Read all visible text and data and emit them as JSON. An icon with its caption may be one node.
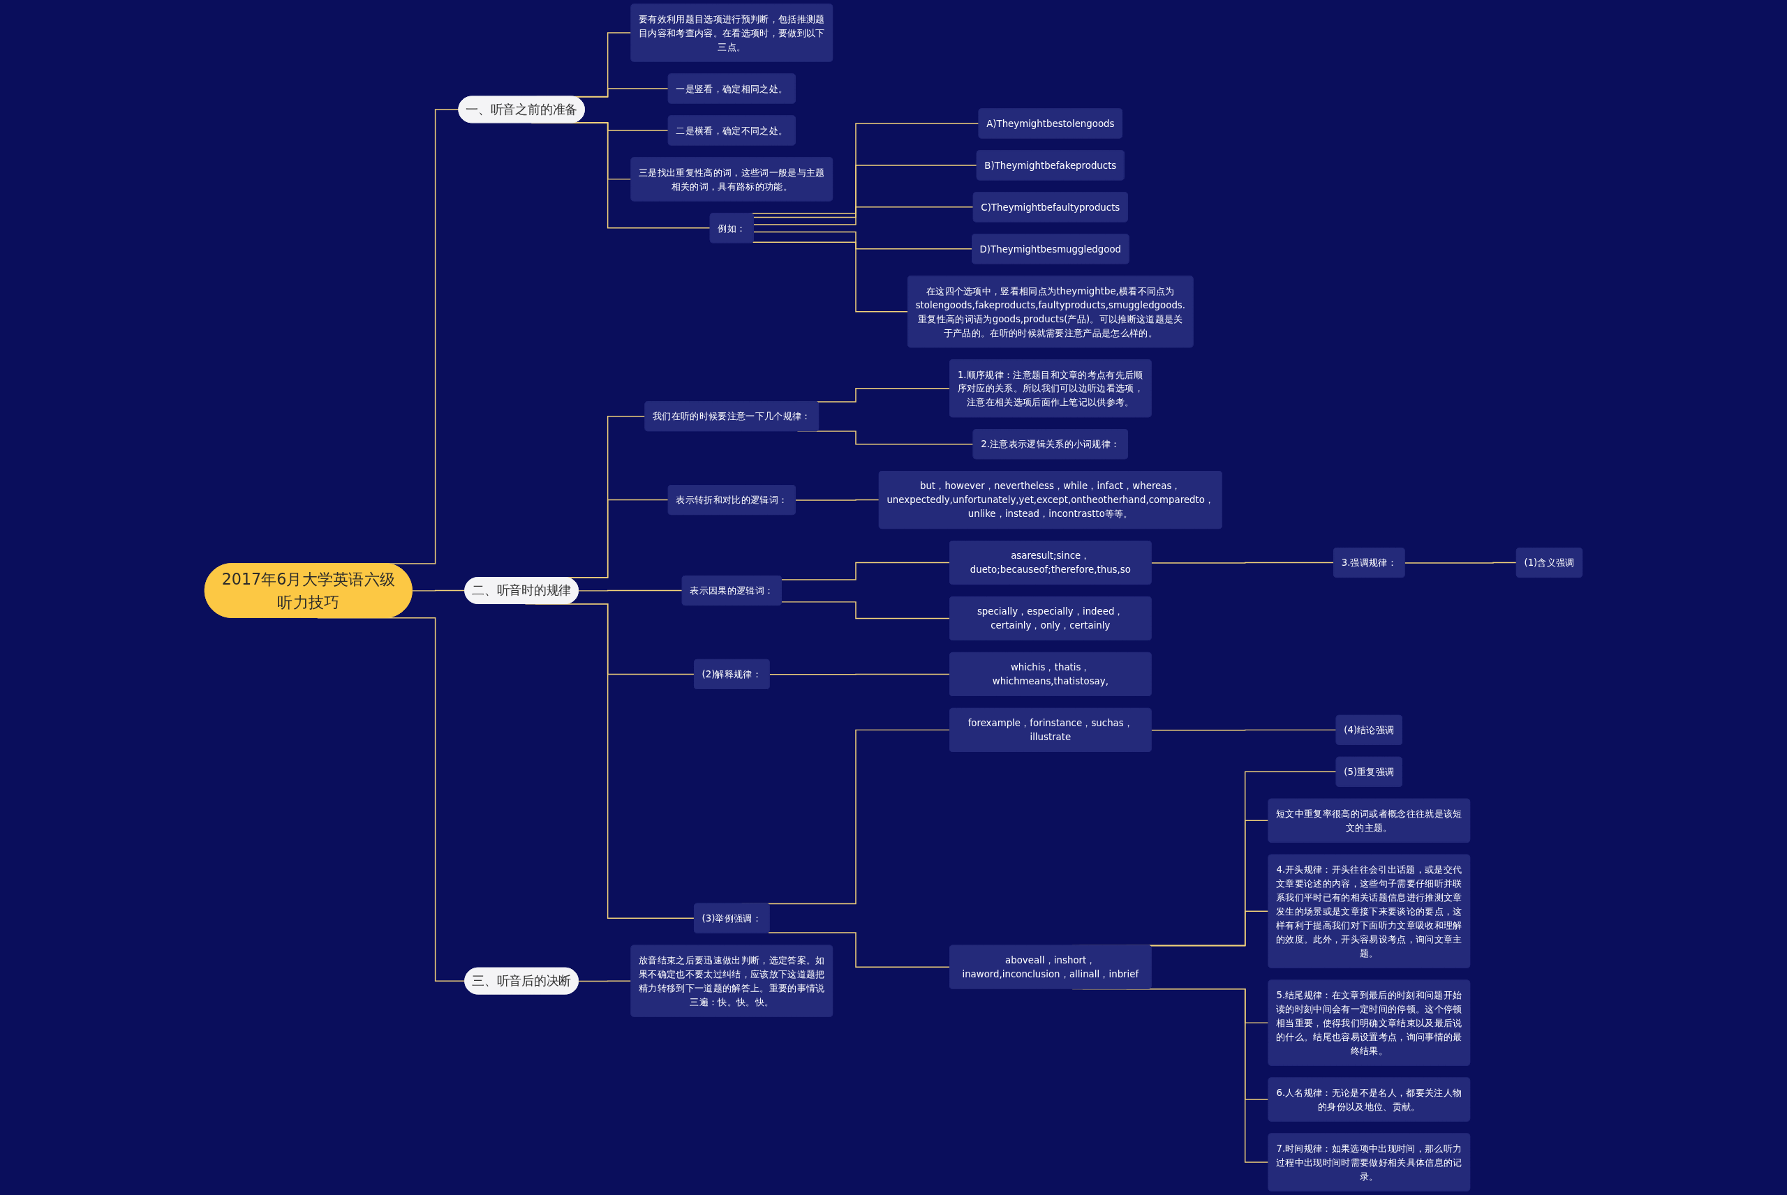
{
  "diagram": {
    "nodes": [
      {
        "text": [
          "2017年6月大学英语六级听力技巧"
        ]
      },
      {
        "text": [
          "一、听音之前的准备"
        ]
      },
      {
        "text": [
          "要有效利用题目选项进行预判断，包括推测题目内容和考查内容。在看选项时，要做到以下三点。"
        ]
      },
      {
        "text": [
          "一是竖看，确定相同之处。"
        ]
      },
      {
        "text": [
          "二是横看，确定不同之处。"
        ]
      },
      {
        "text": [
          "三是找出重复性高的词，这些词一般是与主题相关的词，具有路标的功能。"
        ]
      },
      {
        "text": [
          "例如："
        ]
      },
      {
        "text": [
          "A)Theymightbestolengoods"
        ]
      },
      {
        "text": [
          "B)Theymightbefakeproducts"
        ]
      },
      {
        "text": [
          "C)Theymightbefaultyproducts"
        ]
      },
      {
        "text": [
          "D)Theymightbesmuggledgood"
        ]
      },
      {
        "text": [
          "在这四个选项中，竖看相同点为theymightbe,横看不同点为stolengoods,fakeproducts,faultyproducts,smuggledgoods.重复性高的词语为goods,products(产品)。可以推断这道题是关于产品的。在听的时候就需要注意产品是怎么样的。"
        ]
      },
      {
        "text": [
          "二、听音时的规律"
        ]
      },
      {
        "text": [
          "我们在听的时候要注意一下几个规律："
        ]
      },
      {
        "text": [
          "1.顺序规律：注意题目和文章的考点有先后顺序对应的关系。所以我们可以边听边看选项，注意在相关选项后面作上笔记以供参考。"
        ]
      },
      {
        "text": [
          "2.注意表示逻辑关系的小词规律："
        ]
      },
      {
        "text": [
          "表示转折和对比的逻辑词："
        ]
      },
      {
        "text": [
          "but，however，nevertheless，while，infact，whereas，unexpectedly,unfortunately,yet,except,ontheotherhand,comparedto，unlike，instead，incontrastto等等。"
        ]
      },
      {
        "text": [
          "表示因果的逻辑词："
        ]
      },
      {
        "text": [
          "asaresult;since，dueto;becauseof;therefore,thus,so"
        ]
      },
      {
        "text": [
          "3.强调规律："
        ]
      },
      {
        "text": [
          "(1)含义强调"
        ]
      },
      {
        "text": [
          "specially，especially，indeed，certainly，only，certainly"
        ]
      },
      {
        "text": [
          "(2)解释规律："
        ]
      },
      {
        "text": [
          "whichis，thatis，whichmeans,thatistosay,"
        ]
      },
      {
        "text": [
          "(3)举例强调："
        ]
      },
      {
        "text": [
          "forexample，forinstance，suchas，illustrate"
        ]
      },
      {
        "text": [
          "(4)结论强调"
        ]
      },
      {
        "text": [
          "aboveall，inshort，inaword,inconclusion，allinall，inbrief"
        ]
      },
      {
        "text": [
          "(5)重复强调"
        ]
      },
      {
        "text": [
          "短文中重复率很高的词或者概念往往就是该短文的主题。"
        ]
      },
      {
        "text": [
          "4.开头规律：开头往往会引出话题，或是交代文章要论述的内容，这些句子需要仔细听并联系我们平时已有的相关话题信息进行推测文章发生的场景或是文章接下来要谈论的要点，这样有利于提高我们对下面听力文章吸收和理解的效度。此外，开头容易设考点，询问文章主题。"
        ]
      },
      {
        "text": [
          "5.结尾规律：在文章到最后的时刻和问题开始读的时刻中间会有一定时间的停顿。这个停顿相当重要，使得我们明确文章结束以及最后说的什么。结尾也容易设置考点，询问事情的最终结果。"
        ]
      },
      {
        "text": [
          "6.人名规律：无论是不是名人，都要关注人物的身份以及地位、贡献。"
        ]
      },
      {
        "text": [
          "7.时间规律：如果选项中出现时间，那么听力过程中出现时间时需要做好相关具体信息的记录。"
        ]
      },
      {
        "text": [
          "三、听音后的决断"
        ]
      },
      {
        "text": [
          "放音结束之后要迅速做出判断，选定答案。如果不确定也不要太过纠结，应该放下这道题把精力转移到下一道题的解答上。重要的事情说三遍：快。快。快。"
        ]
      }
    ],
    "edges": [
      {
        "from": 0,
        "to": 1,
        "arrow": "none"
      },
      {
        "from": 1,
        "to": 2,
        "arrow": "none"
      },
      {
        "from": 1,
        "to": 3,
        "arrow": "none"
      },
      {
        "from": 1,
        "to": 4,
        "arrow": "none"
      },
      {
        "from": 1,
        "to": 5,
        "arrow": "none"
      },
      {
        "from": 1,
        "to": 6,
        "arrow": "none"
      },
      {
        "from": 6,
        "to": 7,
        "arrow": "none"
      },
      {
        "from": 6,
        "to": 8,
        "arrow": "none"
      },
      {
        "from": 6,
        "to": 9,
        "arrow": "none"
      },
      {
        "from": 6,
        "to": 10,
        "arrow": "none"
      },
      {
        "from": 6,
        "to": 11,
        "arrow": "none"
      },
      {
        "from": 0,
        "to": 12,
        "arrow": "none"
      },
      {
        "from": 12,
        "to": 13,
        "arrow": "none"
      },
      {
        "from": 13,
        "to": 14,
        "arrow": "none"
      },
      {
        "from": 13,
        "to": 15,
        "arrow": "none"
      },
      {
        "from": 12,
        "to": 16,
        "arrow": "none"
      },
      {
        "from": 16,
        "to": 17,
        "arrow": "none"
      },
      {
        "from": 12,
        "to": 18,
        "arrow": "none"
      },
      {
        "from": 18,
        "to": 19,
        "arrow": "none"
      },
      {
        "from": 19,
        "to": 20,
        "arrow": "none"
      },
      {
        "from": 20,
        "to": 21,
        "arrow": "none"
      },
      {
        "from": 18,
        "to": 22,
        "arrow": "none"
      },
      {
        "from": 12,
        "to": 23,
        "arrow": "none"
      },
      {
        "from": 23,
        "to": 24,
        "arrow": "none"
      },
      {
        "from": 12,
        "to": 25,
        "arrow": "none"
      },
      {
        "from": 25,
        "to": 26,
        "arrow": "none"
      },
      {
        "from": 26,
        "to": 27,
        "arrow": "none"
      },
      {
        "from": 25,
        "to": 28,
        "arrow": "none"
      },
      {
        "from": 28,
        "to": 29,
        "arrow": "none"
      },
      {
        "from": 28,
        "to": 30,
        "arrow": "none"
      },
      {
        "from": 28,
        "to": 31,
        "arrow": "none"
      },
      {
        "from": 28,
        "to": 32,
        "arrow": "none"
      },
      {
        "from": 28,
        "to": 33,
        "arrow": "none"
      },
      {
        "from": 28,
        "to": 34,
        "arrow": "none"
      },
      {
        "from": 0,
        "to": 35,
        "arrow": "none"
      },
      {
        "from": 35,
        "to": 36,
        "arrow": "none"
      }
    ]
  }
}
